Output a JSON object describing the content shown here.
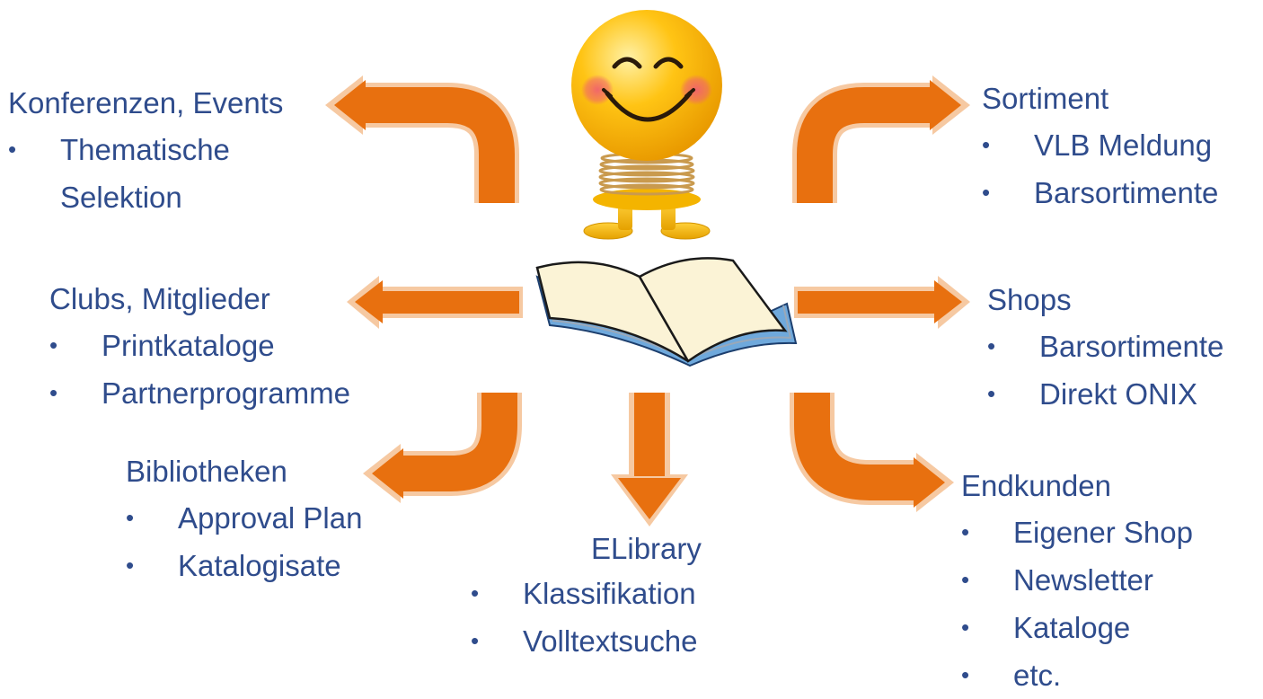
{
  "colors": {
    "text": "#2F4C8C",
    "arrow_fill": "#E8700F",
    "arrow_outline": "#F6C9A2",
    "book_cover": "#6FA9DC",
    "book_pages": "#FBF3D6",
    "emoji_yellow": "#FFC414",
    "emoji_cheek": "#F0626E",
    "spring": "#C99A4E"
  },
  "icons": {
    "central": "smiley-bobblehead-icon",
    "book": "open-book-icon",
    "arrows": "arrow-icon"
  },
  "bullet_glyph": "•",
  "groups": {
    "konferenzen": {
      "title": "Konferenzen, Events",
      "items": [
        "Thematische Selektion"
      ],
      "item_lines": [
        "Thematische",
        "Selektion"
      ]
    },
    "sortiment": {
      "title": "Sortiment",
      "items": [
        "VLB Meldung",
        "Barsortimente"
      ]
    },
    "clubs": {
      "title": "Clubs, Mitglieder",
      "items": [
        "Printkataloge",
        "Partnerprogramme"
      ]
    },
    "shops": {
      "title": "Shops",
      "items": [
        "Barsortimente",
        "Direkt ONIX"
      ]
    },
    "bibliotheken": {
      "title": "Bibliotheken",
      "items": [
        "Approval Plan",
        "Katalogisate"
      ]
    },
    "elibrary": {
      "title": "ELibrary",
      "items": [
        "Klassifikation",
        "Volltextsuche"
      ]
    },
    "endkunden": {
      "title": "Endkunden",
      "items": [
        "Eigener Shop",
        "Newsletter",
        "Kataloge",
        "etc."
      ]
    }
  }
}
